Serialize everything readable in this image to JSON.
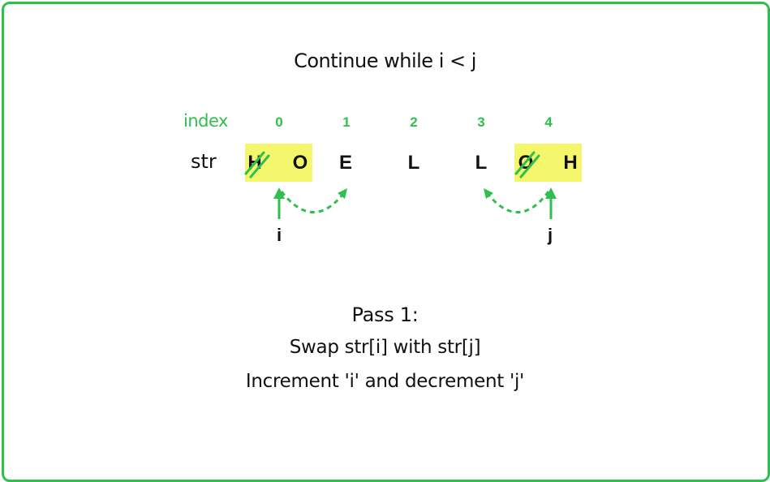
{
  "title": "Continue while i < j",
  "row_labels": {
    "index": "index",
    "str": "str"
  },
  "indices": [
    "0",
    "1",
    "2",
    "3",
    "4"
  ],
  "characters": [
    "H",
    "O",
    "E",
    "L",
    "L",
    "O",
    "H"
  ],
  "pointers": {
    "i": "i",
    "j": "j"
  },
  "pass_title": "Pass 1:",
  "steps": [
    "Swap str[i] with str[j]",
    "Increment 'i' and decrement 'j'"
  ],
  "colors": {
    "accent": "#2fbf4f",
    "highlight": "#f4f66b",
    "text": "#111111"
  }
}
